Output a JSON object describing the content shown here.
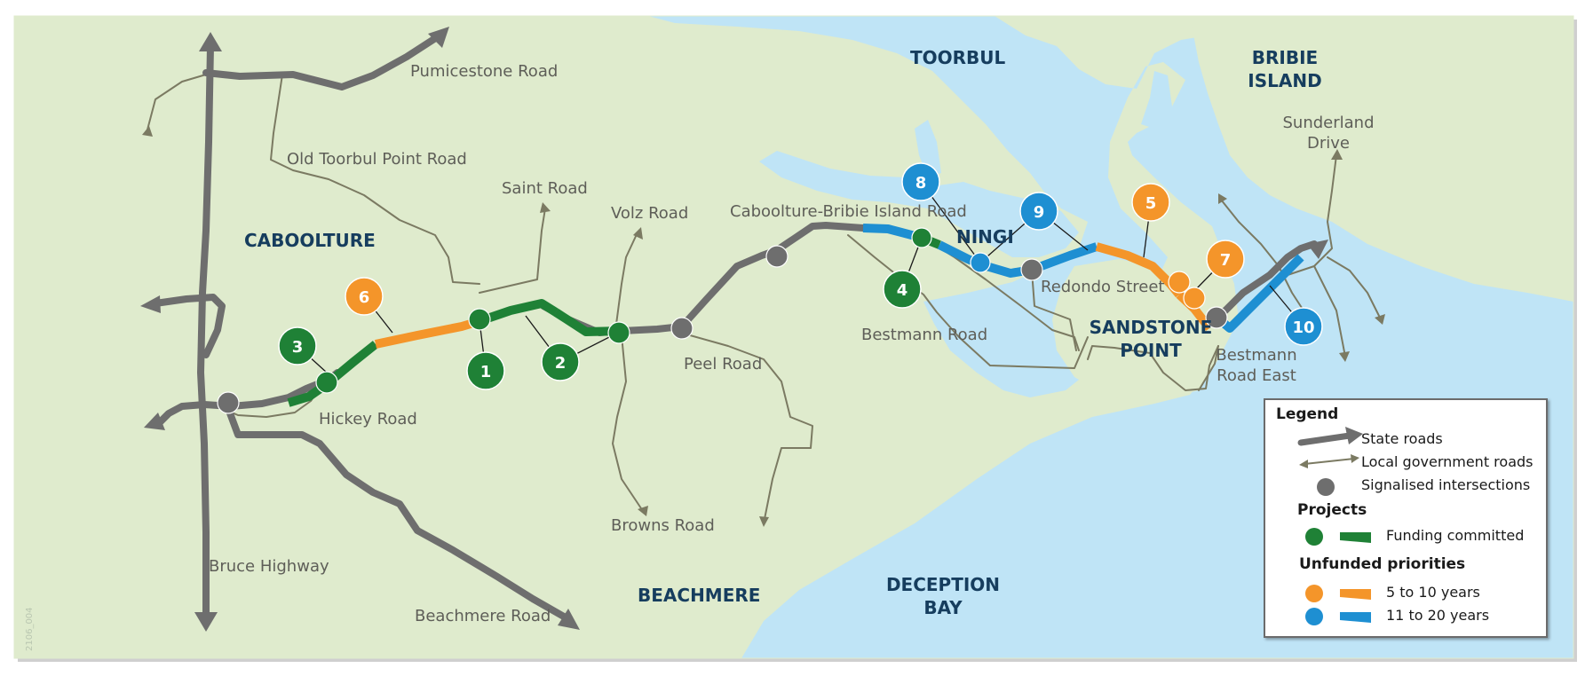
{
  "colors": {
    "land": "#dfebcd",
    "water": "#bfe4f6",
    "state_road": "#6e6e6e",
    "local_road": "#7b7a62",
    "signal": "#6e6e6e",
    "committed": "#1f8136",
    "mid_term": "#f4952a",
    "long_term": "#1e8fd2"
  },
  "places": {
    "caboolture": "CABOOLTURE",
    "toorbul": "TOORBUL",
    "bribie_1": "BRIBIE",
    "bribie_2": "ISLAND",
    "ningi": "NINGI",
    "sandstone_1": "SANDSTONE",
    "sandstone_2": "POINT",
    "beachmere": "BEACHMERE",
    "deception_1": "DECEPTION",
    "deception_2": "BAY"
  },
  "roads": {
    "pumicestone": "Pumicestone Road",
    "old_toorbul": "Old Toorbul Point Road",
    "saint": "Saint Road",
    "volz": "Volz Road",
    "caboolture_bribie": "Caboolture-Bribie Island Road",
    "sunderland_1": "Sunderland",
    "sunderland_2": "Drive",
    "redondo": "Redondo Street",
    "bestmann": "Bestmann Road",
    "bestmann_east_1": "Bestmann",
    "bestmann_east_2": "Road East",
    "peel": "Peel Road",
    "hickey": "Hickey Road",
    "browns": "Browns Road",
    "bruce": "Bruce Highway",
    "beachmere": "Beachmere Road"
  },
  "projects": [
    {
      "number": "1",
      "status": "committed"
    },
    {
      "number": "2",
      "status": "committed"
    },
    {
      "number": "3",
      "status": "committed"
    },
    {
      "number": "4",
      "status": "committed"
    },
    {
      "number": "5",
      "status": "mid_term"
    },
    {
      "number": "6",
      "status": "mid_term"
    },
    {
      "number": "7",
      "status": "mid_term"
    },
    {
      "number": "8",
      "status": "long_term"
    },
    {
      "number": "9",
      "status": "long_term"
    },
    {
      "number": "10",
      "status": "long_term"
    }
  ],
  "watermark": "2106_004",
  "legend": {
    "title": "Legend",
    "state_roads": "State roads",
    "local_roads": "Local government roads",
    "signalised": "Signalised intersections",
    "projects_heading": "Projects",
    "funding_committed": "Funding committed",
    "unfunded_heading": "Unfunded priorities",
    "mid_term": "5 to 10 years",
    "long_term": "11 to 20 years"
  }
}
